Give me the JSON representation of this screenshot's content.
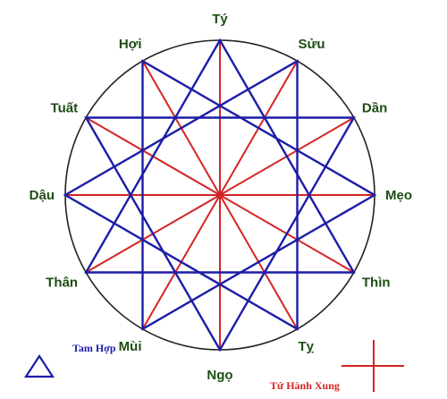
{
  "diagram": {
    "branches": [
      "Tý",
      "Sửu",
      "Dần",
      "Mẹo",
      "Thìn",
      "Tỵ",
      "Ngọ",
      "Mùi",
      "Thân",
      "Dậu",
      "Tuất",
      "Hợi"
    ],
    "tam_hop_groups": [
      [
        "Tý",
        "Thìn",
        "Thân"
      ],
      [
        "Sửu",
        "Tỵ",
        "Dậu"
      ],
      [
        "Dần",
        "Ngọ",
        "Tuất"
      ],
      [
        "Mẹo",
        "Mùi",
        "Hợi"
      ]
    ],
    "tu_hanh_xung_pairs": [
      [
        "Tý",
        "Ngọ"
      ],
      [
        "Sửu",
        "Mùi"
      ],
      [
        "Dần",
        "Thân"
      ],
      [
        "Mẹo",
        "Dậu"
      ],
      [
        "Thìn",
        "Tuất"
      ],
      [
        "Tỵ",
        "Hợi"
      ]
    ],
    "colors": {
      "circle": "#222222",
      "tam_hop": "#1c1ca8",
      "tu_hanh_xung": "#d42424",
      "label": "#1e4d14"
    }
  },
  "legend": {
    "tam_hop_label": "Tam Hợp",
    "tu_hanh_xung_label": "Tứ Hành Xung"
  }
}
